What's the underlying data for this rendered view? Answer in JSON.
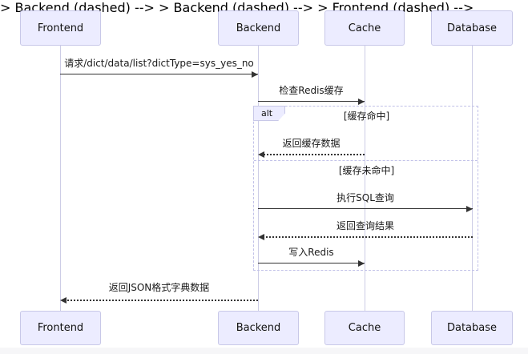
{
  "diagram": {
    "type": "sequence",
    "participants": [
      {
        "label": "Frontend"
      },
      {
        "label": "Backend"
      },
      {
        "label": "Cache"
      },
      {
        "label": "Database"
      }
    ],
    "messages": [
      {
        "label": "请求/dict/data/list?dictType=sys_yes_no",
        "from": "Frontend",
        "to": "Backend",
        "style": "solid"
      },
      {
        "label": "检查Redis缓存",
        "from": "Backend",
        "to": "Cache",
        "style": "solid"
      },
      {
        "label": "返回缓存数据",
        "from": "Cache",
        "to": "Backend",
        "style": "dashed"
      },
      {
        "label": "执行SQL查询",
        "from": "Backend",
        "to": "Database",
        "style": "solid"
      },
      {
        "label": "返回查询结果",
        "from": "Database",
        "to": "Backend",
        "style": "dashed"
      },
      {
        "label": "写入Redis",
        "from": "Backend",
        "to": "Cache",
        "style": "solid"
      },
      {
        "label": "返回JSON格式字典数据",
        "from": "Backend",
        "to": "Frontend",
        "style": "dashed"
      }
    ],
    "alt_frame": {
      "label": "alt",
      "conditions": [
        "[缓存命中]",
        "[缓存未命中]"
      ]
    },
    "colors": {
      "actor_fill": "#ececff",
      "actor_border": "#c8c8e8",
      "lifeline": "#cdcde6",
      "arrow_line": "#333333",
      "frame_border": "#c1c1e8",
      "background": "#ffffff"
    }
  }
}
